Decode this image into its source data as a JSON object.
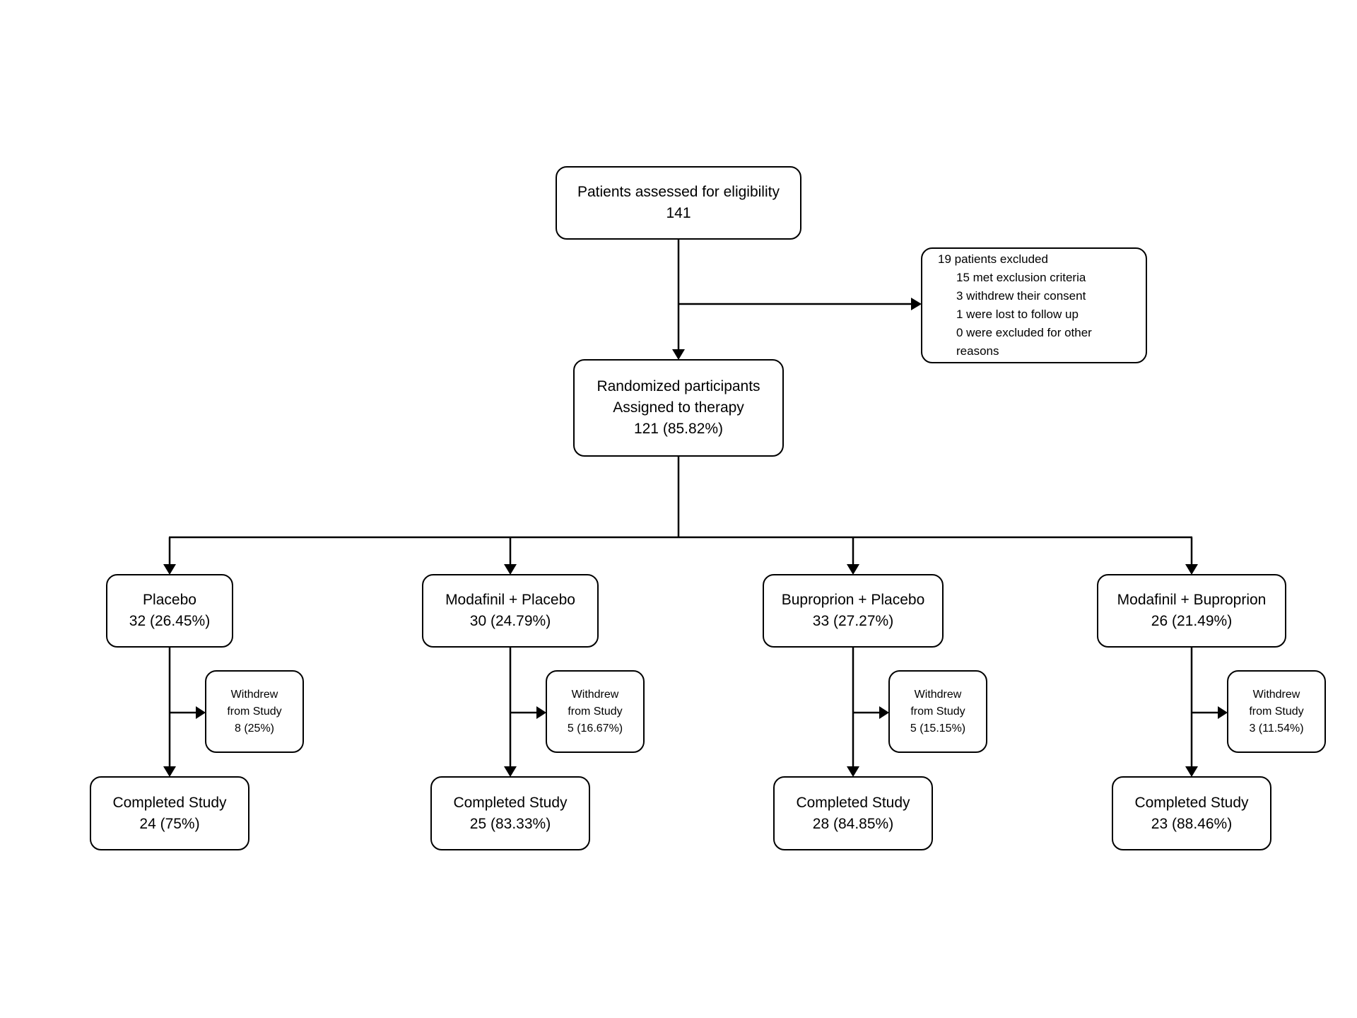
{
  "eligibility": {
    "line1": "Patients assessed for eligibility",
    "line2": "141"
  },
  "excluded": {
    "title": "19 patients excluded",
    "items": [
      "15 met exclusion criteria",
      "3 withdrew their consent",
      "1 were lost to follow up",
      "0 were excluded for other reasons"
    ]
  },
  "randomized": {
    "line1": "Randomized participants",
    "line2": "Assigned to therapy",
    "line3": "121 (85.82%)"
  },
  "arms": [
    {
      "name": "Placebo",
      "count": "32 (26.45%)",
      "withdrew": {
        "line1": "Withdrew",
        "line2": "from Study",
        "value": "8 (25%)"
      },
      "completed": {
        "label": "Completed Study",
        "value": "24 (75%)"
      }
    },
    {
      "name": "Modafinil + Placebo",
      "count": "30 (24.79%)",
      "withdrew": {
        "line1": "Withdrew",
        "line2": "from Study",
        "value": "5 (16.67%)"
      },
      "completed": {
        "label": "Completed Study",
        "value": "25 (83.33%)"
      }
    },
    {
      "name": "Buproprion + Placebo",
      "count": "33 (27.27%)",
      "withdrew": {
        "line1": "Withdrew",
        "line2": "from Study",
        "value": "5 (15.15%)"
      },
      "completed": {
        "label": "Completed Study",
        "value": "28 (84.85%)"
      }
    },
    {
      "name": "Modafinil + Buproprion",
      "count": "26 (21.49%)",
      "withdrew": {
        "line1": "Withdrew",
        "line2": "from Study",
        "value": "3 (11.54%)"
      },
      "completed": {
        "label": "Completed Study",
        "value": "23 (88.46%)"
      }
    }
  ],
  "colors": {
    "background": "#ffffff",
    "box_fill": "#ffffff",
    "box_border": "#000000",
    "line": "#000000",
    "text": "#000000"
  }
}
